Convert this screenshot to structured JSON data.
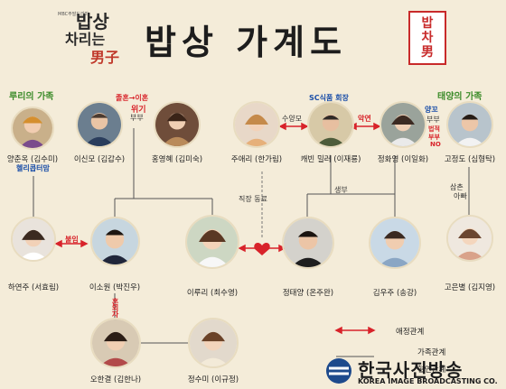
{
  "title": "밥상 가계도",
  "logos": {
    "show_logo_line1": "밥상",
    "show_logo_line2": "차리는",
    "show_logo_line3": "男子",
    "show_logo_small": "MBC주말드라마",
    "seal_line1": "밥",
    "seal_line2": "차",
    "seal_line3": "男"
  },
  "groups": {
    "ruri_family": "루리의 가족",
    "taeyang_family": "태양의 가족",
    "sc_chairman": "SC식품 회장"
  },
  "people": {
    "yang": "양춘옥 (김수미)",
    "yang_tag": "헬리콥터맘",
    "lee_sinmo": "이신모 (김갑수)",
    "hong": "홍영혜 (김미숙)",
    "ju_aeri": "주애리 (한가림)",
    "kevin": "캐빈 밀러 (이재룡)",
    "jeong_hwa": "정화영 (이일화)",
    "go_jeongdo": "고정도 (심형탁)",
    "ha_yeonju": "하연주 (서효림)",
    "lee_sowon": "이소원 (박진우)",
    "lee_ruri": "이루리 (최수영)",
    "jeong_taeyang": "정태양 (온주완)",
    "kim_uju": "김우주 (송강)",
    "go_eunbyeol": "고은별 (김지영)",
    "oh_hangyeol": "오한결 (김한나)",
    "jeong_sumi": "정수미 (이규정)"
  },
  "relations": {
    "marriage_divorce": "졸혼→이혼",
    "crisis": "위기",
    "couple": "부부",
    "suyangmo": "수양모",
    "enemy": "악연",
    "fake": "양꼬",
    "legal_couple": "법적",
    "couple2": "부부",
    "no": "NO",
    "infidelity": "불임",
    "coworker": "직장 동료",
    "birth_father": "생부",
    "uncle": "삼촌",
    "father": "아빠",
    "premarital": "혼외자"
  },
  "legend": {
    "love": "애정관계",
    "family": "가족관계",
    "blood": "혈연관계"
  },
  "company": {
    "name": "한국사진방송",
    "english": "KOREA IMAGE BROADCASTING CO."
  },
  "colors": {
    "background": "#f4ecd9",
    "title": "#1d1d1d",
    "family_label": "#3c8c2a",
    "relation_red": "#d8232a",
    "relation_blue": "#1a4ea8"
  }
}
